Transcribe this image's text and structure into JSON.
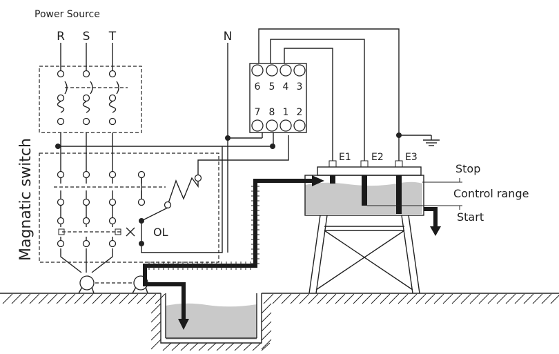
{
  "power": {
    "title": "Power Source",
    "phases": [
      "R",
      "S",
      "T"
    ],
    "neutral": "N"
  },
  "relay": {
    "top_terminals": [
      "6",
      "5",
      "4",
      "3"
    ],
    "bottom_terminals": [
      "7",
      "8",
      "1",
      "2"
    ]
  },
  "switch": {
    "label": "Magnatic switch",
    "overload": "OL"
  },
  "electrodes": [
    "E1",
    "E2",
    "E3"
  ],
  "levels": {
    "stop": "Stop",
    "control": "Control range",
    "start": "Start"
  }
}
